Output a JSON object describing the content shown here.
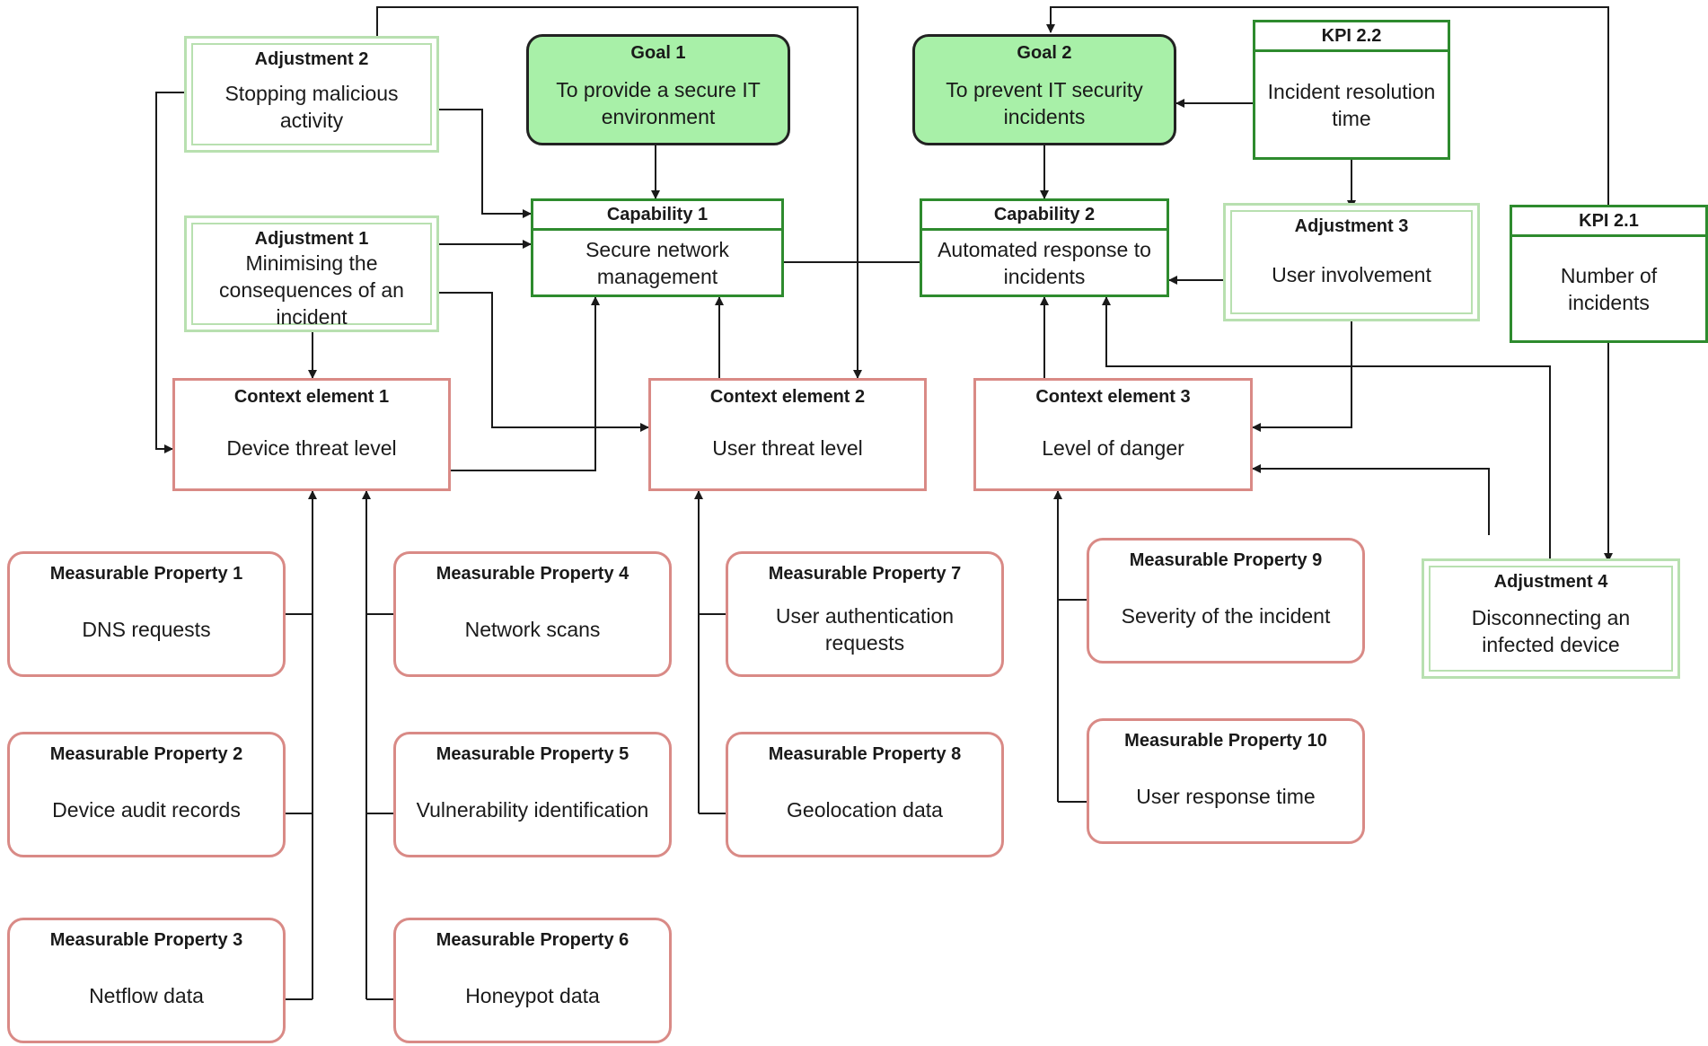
{
  "goals": {
    "goal1": {
      "title": "Goal 1",
      "text": "To provide a secure IT environment"
    },
    "goal2": {
      "title": "Goal 2",
      "text": "To prevent IT security incidents"
    }
  },
  "capabilities": {
    "cap1": {
      "title": "Capability 1",
      "text": "Secure network management"
    },
    "cap2": {
      "title": "Capability 2",
      "text": "Automated response to incidents"
    }
  },
  "kpis": {
    "kpi22": {
      "title": "KPI 2.2",
      "text": "Incident resolution time"
    },
    "kpi21": {
      "title": "KPI 2.1",
      "text": "Number of incidents"
    }
  },
  "adjustments": {
    "adj1": {
      "title": "Adjustment 1",
      "text": "Minimising the consequences of an incident"
    },
    "adj2": {
      "title": "Adjustment 2",
      "text": "Stopping malicious activity"
    },
    "adj3": {
      "title": "Adjustment 3",
      "text": "User involvement"
    },
    "adj4": {
      "title": "Adjustment 4",
      "text": "Disconnecting an infected device"
    }
  },
  "context_elements": {
    "ce1": {
      "title": "Context element 1",
      "text": "Device threat level"
    },
    "ce2": {
      "title": "Context element 2",
      "text": "User threat level"
    },
    "ce3": {
      "title": "Context element 3",
      "text": "Level of danger"
    }
  },
  "measurable_properties": {
    "mp1": {
      "title": "Measurable Property 1",
      "text": "DNS requests"
    },
    "mp2": {
      "title": "Measurable Property 2",
      "text": "Device audit records"
    },
    "mp3": {
      "title": "Measurable Property 3",
      "text": "Netflow data"
    },
    "mp4": {
      "title": "Measurable Property 4",
      "text": "Network scans"
    },
    "mp5": {
      "title": "Measurable Property 5",
      "text": "Vulnerability identification"
    },
    "mp6": {
      "title": "Measurable Property 6",
      "text": "Honeypot data"
    },
    "mp7": {
      "title": "Measurable Property 7",
      "text": "User authentication requests"
    },
    "mp8": {
      "title": "Measurable Property 8",
      "text": "Geolocation data"
    },
    "mp9": {
      "title": "Measurable Property 9",
      "text": "Severity of the incident"
    },
    "mp10": {
      "title": "Measurable Property 10",
      "text": "User response time"
    }
  },
  "colors": {
    "goal_fill": "#a8f0a8",
    "capability_border": "#2e8b2e",
    "adjustment_border": "#b8e0b0",
    "context_border": "#d98a86",
    "connector": "#1a1a1a"
  }
}
